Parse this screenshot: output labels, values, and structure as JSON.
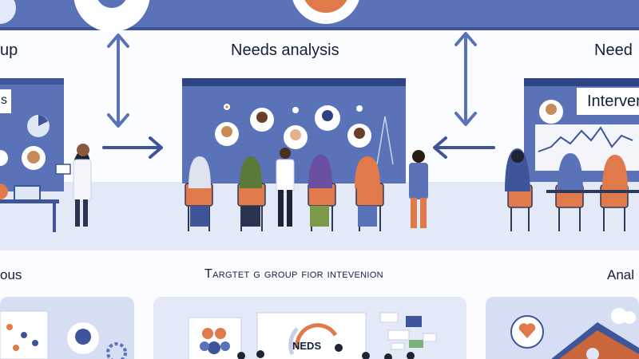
{
  "top_labels": {
    "left": "up",
    "center": "Needs analysis",
    "right": "Need"
  },
  "panel_signs": {
    "left": "s",
    "right": "Interven"
  },
  "bottom_labels": {
    "left": "ous",
    "center": "Targtet g group fior intevenion",
    "right": "Anal"
  },
  "bottom_screen_label": "NEDS",
  "colors": {
    "primary": "#5a73b8",
    "primary_dark": "#3f5599",
    "light_band": "#e3e9f6",
    "accent_orange": "#e07a4a",
    "text": "#14203a"
  }
}
